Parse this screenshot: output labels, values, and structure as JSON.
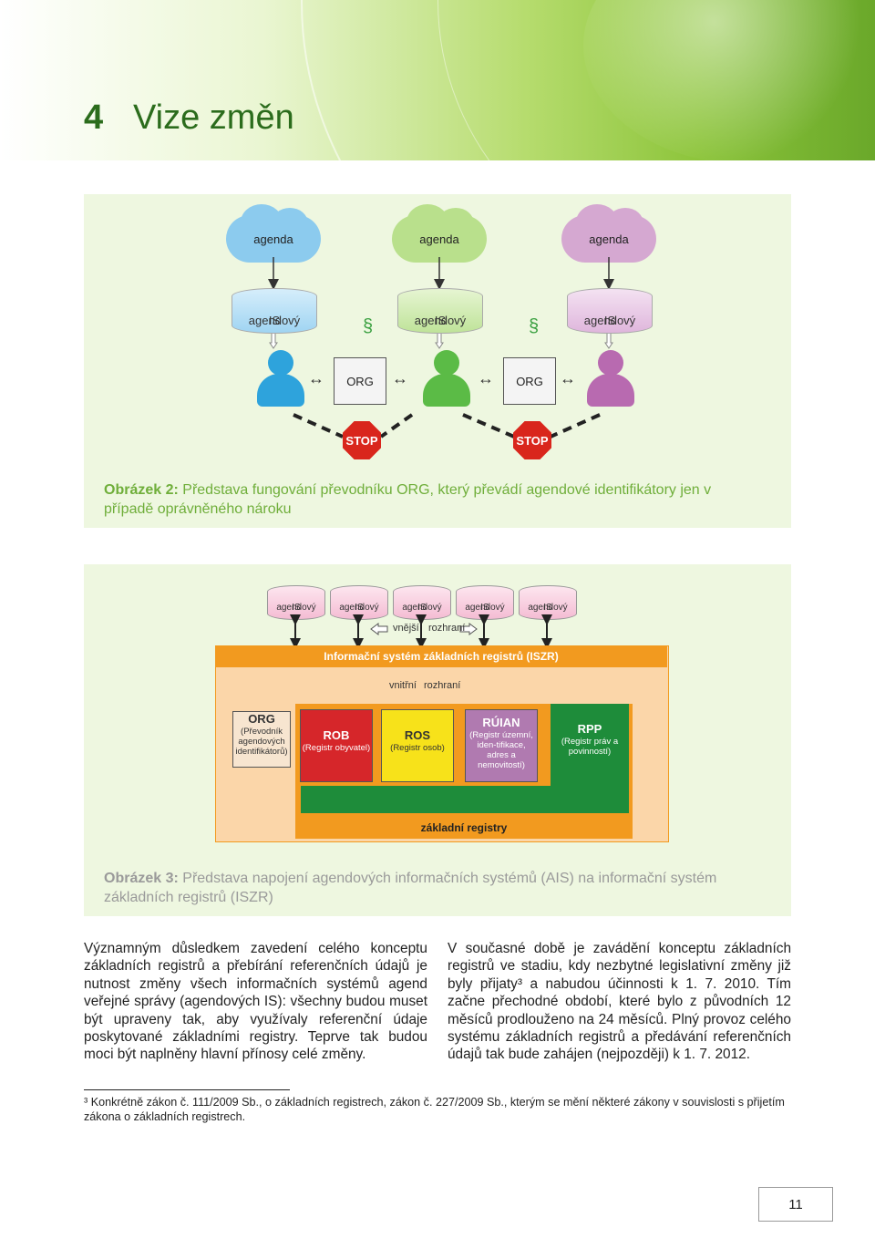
{
  "chapter": {
    "number": "4",
    "title": "Vize změn"
  },
  "figure2": {
    "agendas": [
      "agenda",
      "agenda",
      "agenda"
    ],
    "agendovy_is": [
      [
        "agendový",
        "IS"
      ],
      [
        "agendový",
        "IS"
      ],
      [
        "agendový",
        "IS"
      ]
    ],
    "org_labels": [
      "ORG",
      "ORG"
    ],
    "stop_labels": [
      "STOP",
      "STOP"
    ],
    "caption_label": "Obrázek 2:",
    "caption_text": "Představa fungování převodníku ORG, který převádí agendové identifikátory jen v případě oprávněného nároku",
    "colors": {
      "blue": "#2ea3dc",
      "green": "#5bbb46",
      "purple": "#b86ab0"
    }
  },
  "figure3": {
    "agendovy_is": [
      [
        "agendový",
        "IS"
      ],
      [
        "agendový",
        "IS"
      ],
      [
        "agendový",
        "IS"
      ],
      [
        "agendový",
        "IS"
      ],
      [
        "agendový",
        "IS"
      ]
    ],
    "outer_interface": {
      "left": "vnější",
      "right": "rozhraní"
    },
    "iszr_label": "Informační systém základních registrů (ISZR)",
    "inner_interface": {
      "left": "vnitřní",
      "right": "rozhraní"
    },
    "registers": [
      {
        "code": "ORG",
        "desc": "(Převodník agendových identifikátorů)"
      },
      {
        "code": "ROB",
        "desc": "(Registr obyvatel)"
      },
      {
        "code": "ROS",
        "desc": "(Registr osob)"
      },
      {
        "code": "RÚIAN",
        "desc": "(Registr územní, iden-tifikace, adres a nemovitostí)"
      },
      {
        "code": "RPP",
        "desc": "(Registr práv a povinností)"
      }
    ],
    "base_label": "základní registry",
    "caption_label": "Obrázek 3:",
    "caption_text": "Představa napojení agendových informačních systémů (AIS) na informační systém základních registrů (ISZR)",
    "colors": {
      "orange": "#f29a1f",
      "green": "#1e8c3a",
      "red": "#d6262a",
      "yellow": "#f7e21a",
      "purple": "#b07ab0"
    }
  },
  "text": {
    "left": "Významným důsledkem zavedení celého konceptu základních registrů a přebírání referenčních údajů je nutnost změny všech informačních systémů agend veřejné správy (agendových IS): všechny budou muset být upraveny tak, aby využívaly referenční údaje poskytované základními registry. Teprve tak budou moci být naplněny hlavní přínosy celé změny.",
    "right": "V současné době je zavádění konceptu základních registrů ve stadiu, kdy nezbytné legislativní změny již byly přijaty³ a nabudou účinnosti k 1. 7. 2010. Tím začne přechodné období, které bylo z původních 12 měsíců prodlouženo na 24 měsíců. Plný provoz celého systému základních registrů a předávání referenčních údajů tak bude zahájen (nejpozději) k 1. 7. 2012."
  },
  "footnote": "³ Konkrétně zákon č. 111/2009 Sb., o základních registrech, zákon č. 227/2009 Sb., kterým se mění některé zákony v souvislosti s přijetím zákona o základních registrech.",
  "page_number": "11"
}
